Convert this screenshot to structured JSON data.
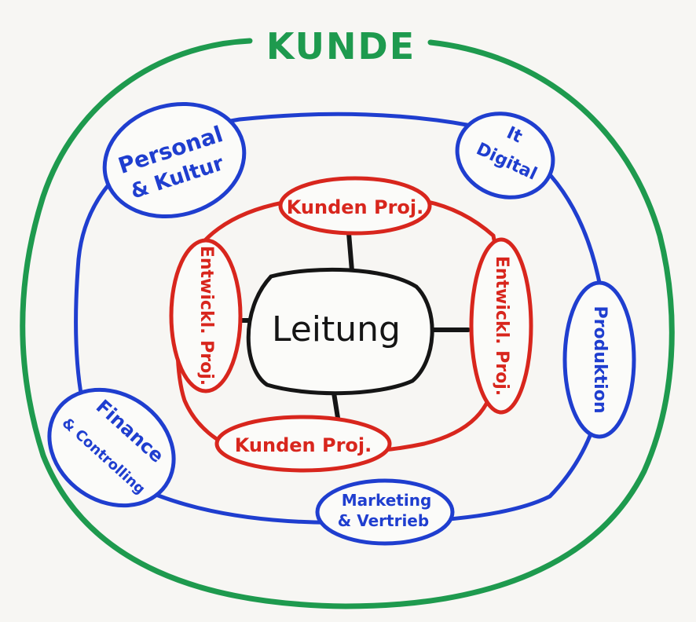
{
  "title": "KUNDE",
  "center": "Leitung",
  "projects": {
    "top": "Kunden Proj.",
    "bottom": "Kunden Proj.",
    "left": "Entwickl. Proj.",
    "right": "Entwickl. Proj."
  },
  "departments": {
    "personal_line1": "Personal",
    "personal_line2": "& Kultur",
    "it_line1": "It",
    "it_line2": "Digital",
    "produktion": "Produktion",
    "finance_line1": "Finance",
    "finance_line2": "& Controlling",
    "marketing_line1": "Marketing",
    "marketing_line2": "& Vertrieb"
  },
  "colors": {
    "background": "#f7f6f3",
    "green": "#1e9a4e",
    "blue": "#1f3ecf",
    "red": "#d8261d",
    "black": "#151515",
    "fill": "#fbfbf9"
  }
}
